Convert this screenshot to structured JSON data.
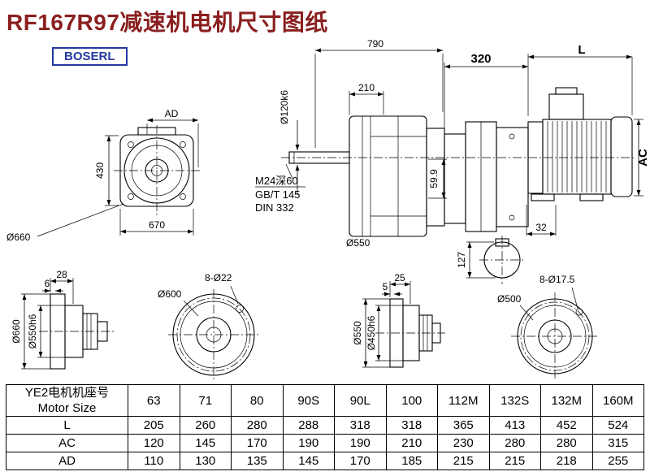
{
  "page": {
    "title": "RF167R97减速机电机尺寸图纸",
    "brand": "BOSERL"
  },
  "front": {
    "ad": "AD",
    "height": "430",
    "width": "670",
    "flange": "Ø660"
  },
  "side": {
    "total_len": "790",
    "len210": "210",
    "shaft_dia": "Ø120k6",
    "thread": "M24深60",
    "std_gb": "GB/T 145",
    "std_din": "DIN 332",
    "dim599": "59.9",
    "flange": "Ø550"
  },
  "motor": {
    "adapter_len": "320",
    "len_l": "L",
    "dia_ac": "AC",
    "key32": "32",
    "dim127": "127"
  },
  "b1": {
    "d28": "28",
    "d6": "6",
    "od": "Ø660",
    "pilot": "Ø550h6"
  },
  "b2": {
    "bolt_circle": "Ø600",
    "holes": "8-Ø22"
  },
  "b3": {
    "d25": "25",
    "d5": "5",
    "od": "Ø550",
    "pilot": "Ø450h6"
  },
  "b4": {
    "bolt_circle": "Ø500",
    "holes": "8-Ø17.5"
  },
  "table": {
    "header_cn": "YE2电机机座号",
    "header_en": "Motor Size",
    "columns": [
      "63",
      "71",
      "80",
      "90S",
      "90L",
      "100",
      "112M",
      "132S",
      "132M",
      "160M"
    ],
    "rows": [
      {
        "label": "L",
        "values": [
          "205",
          "260",
          "280",
          "288",
          "318",
          "318",
          "365",
          "413",
          "452",
          "524"
        ]
      },
      {
        "label": "AC",
        "values": [
          "120",
          "145",
          "170",
          "190",
          "190",
          "210",
          "230",
          "280",
          "280",
          "315"
        ]
      },
      {
        "label": "AD",
        "values": [
          "110",
          "130",
          "135",
          "145",
          "170",
          "185",
          "215",
          "215",
          "218",
          "255"
        ]
      }
    ]
  }
}
